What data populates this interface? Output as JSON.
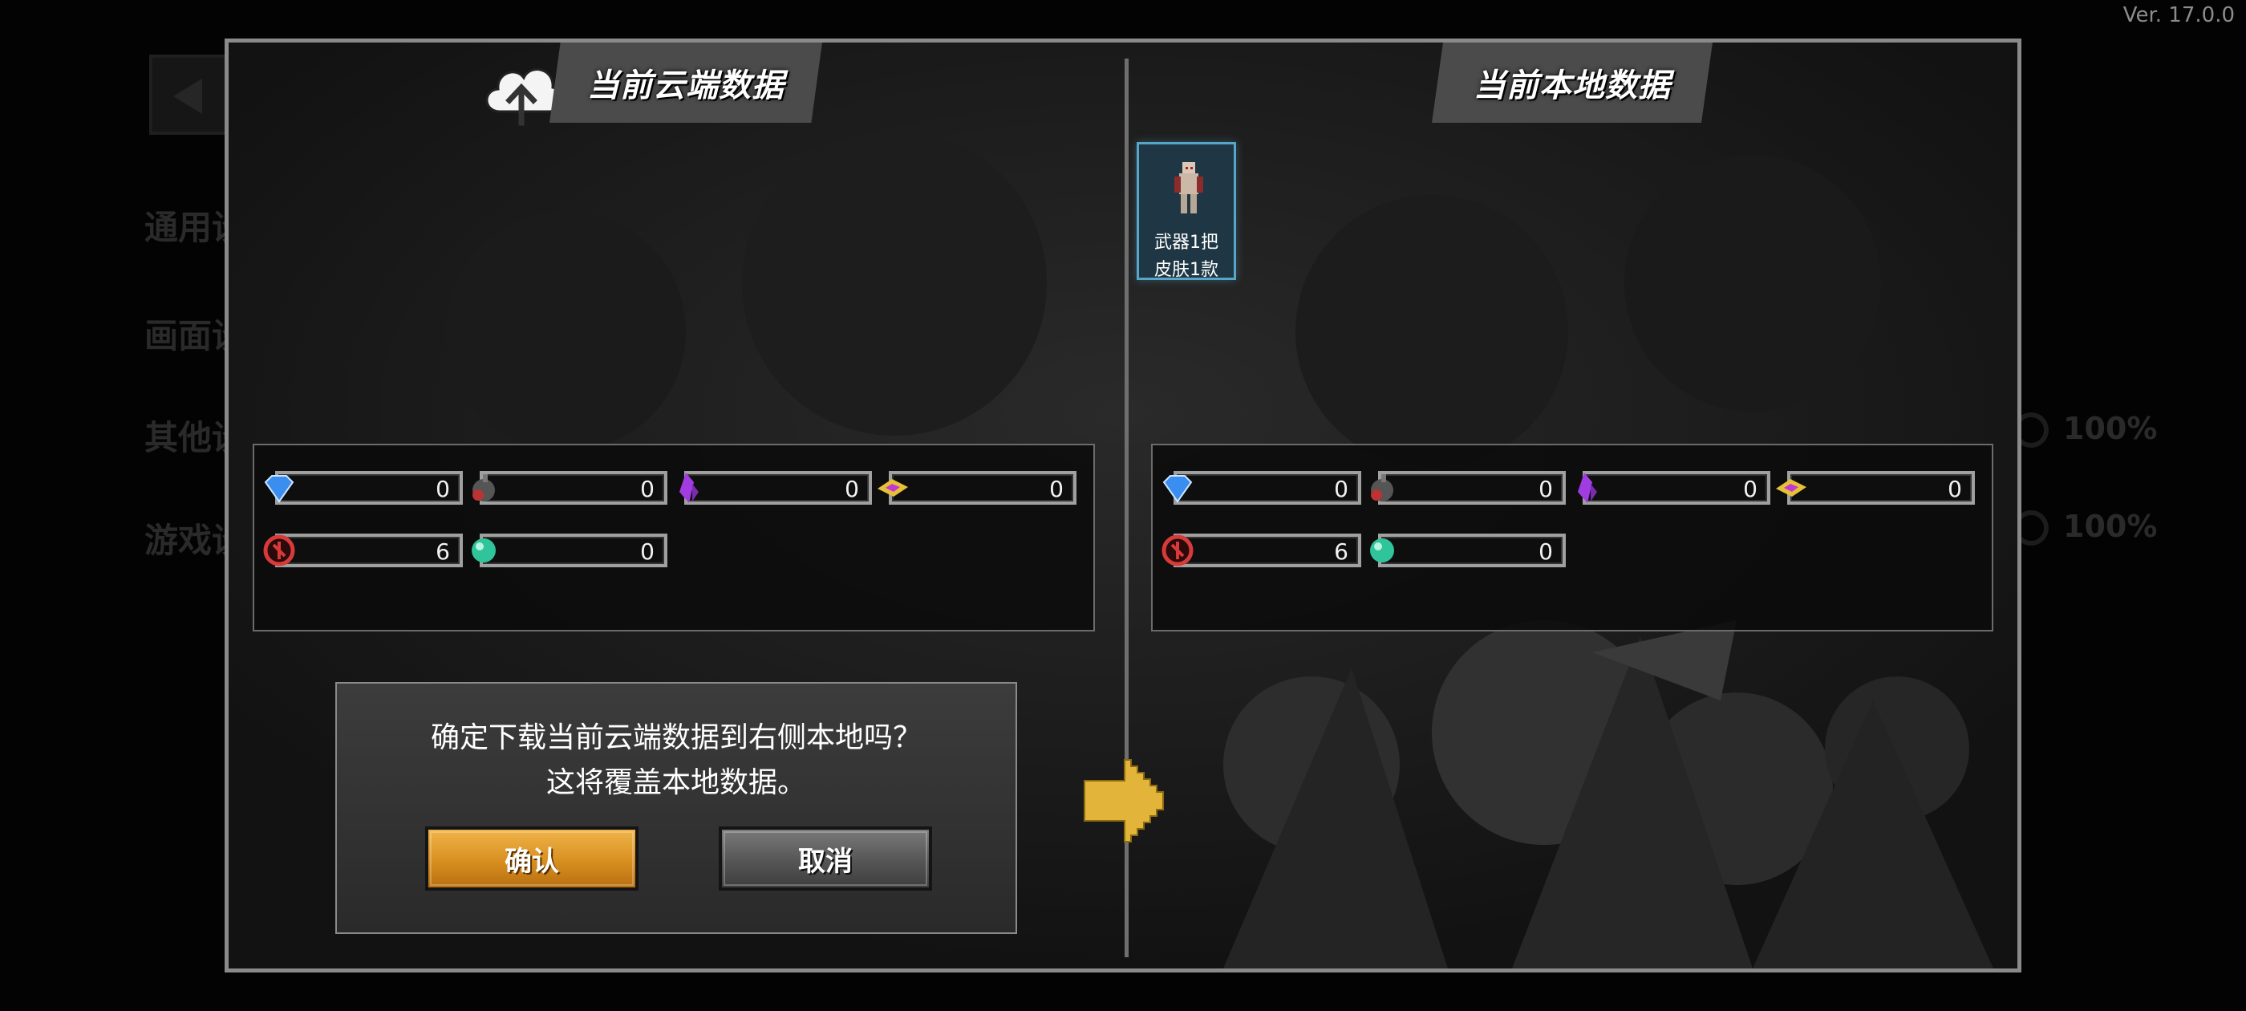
{
  "version": "Ver. 17.0.0",
  "background_menu": {
    "items": [
      "通用设置",
      "画面设置",
      "其他设置",
      "游戏设置"
    ],
    "sliders": [
      "100%",
      "100%"
    ]
  },
  "dialog": {
    "cloud_title": "当前云端数据",
    "local_title": "当前本地数据",
    "local_skin_card": {
      "line1": "武器1把",
      "line2": "皮肤1款"
    },
    "cloud_resources": [
      {
        "icon": "blue-gem-icon",
        "value": "0"
      },
      {
        "icon": "dark-ore-icon",
        "value": "0"
      },
      {
        "icon": "purple-crystal-icon",
        "value": "0"
      },
      {
        "icon": "ticket-icon",
        "value": "0"
      },
      {
        "icon": "red-token-icon",
        "value": "6"
      },
      {
        "icon": "green-orb-icon",
        "value": "0"
      }
    ],
    "local_resources": [
      {
        "icon": "blue-gem-icon",
        "value": "0"
      },
      {
        "icon": "dark-ore-icon",
        "value": "0"
      },
      {
        "icon": "purple-crystal-icon",
        "value": "0"
      },
      {
        "icon": "ticket-icon",
        "value": "0"
      },
      {
        "icon": "red-token-icon",
        "value": "6"
      },
      {
        "icon": "green-orb-icon",
        "value": "0"
      }
    ],
    "confirm": {
      "line1": "确定下载当前云端数据到右侧本地吗？",
      "line2": "这将覆盖本地数据。",
      "confirm_label": "确认",
      "cancel_label": "取消"
    }
  },
  "colors": {
    "confirm_button": "#e09a2e",
    "cancel_button": "#5a5a5a",
    "arrow": "#e2b53a",
    "skin_card_border": "#57a6c7"
  }
}
